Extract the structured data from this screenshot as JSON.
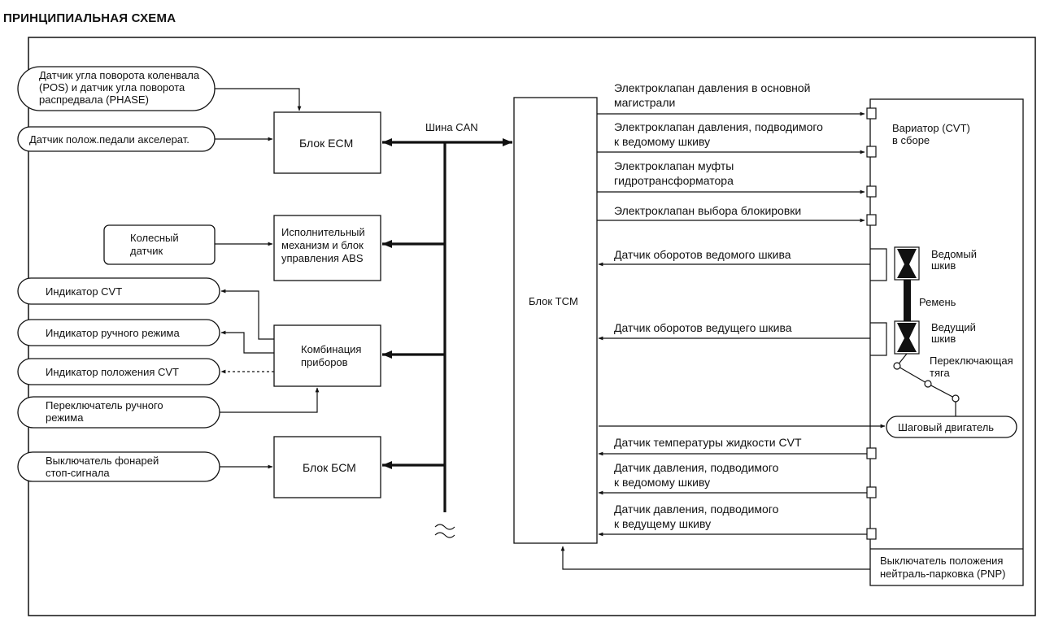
{
  "title": "ПРИНЦИПИАЛЬНАЯ СХЕМА",
  "sensors_left": {
    "crank_sensor": [
      "Датчик угла поворота коленвала",
      "(POS) и датчик угла поворота",
      "распредвала (PHASE)"
    ],
    "pedal_sensor": "Датчик полож.педали акселерат.",
    "wheel_sensor": [
      "Колесный",
      "датчик"
    ],
    "cvt_indicator": "Индикатор CVT",
    "manual_indicator": "Индикатор ручного режима",
    "position_indicator": "Индикатор положения CVT",
    "manual_switch": [
      "Переключатель ручного",
      "режима"
    ],
    "brake_switch": [
      "Выключатель фонарей",
      "стоп-сигнала"
    ]
  },
  "units": {
    "ecm": "Блок ECM",
    "abs": [
      "Исполнительный",
      "механизм и блок",
      "управления ABS"
    ],
    "meter": [
      "Комбинация",
      "приборов"
    ],
    "bcm": "Блок БСМ",
    "tcm": "Блок TCM"
  },
  "bus_label": "Шина CAN",
  "signals": {
    "line_pressure": [
      "Электроклапан давления в основной",
      "магистрали"
    ],
    "secondary_pressure_sol": [
      "Электроклапан давления, подводимого",
      "к ведомому шкиву"
    ],
    "tc_clutch": [
      "Электроклапан муфты",
      "гидротрансформатора"
    ],
    "lockup_select": "Электроклапан выбора блокировки",
    "secondary_speed": "Датчик оборотов ведомого шкива",
    "primary_speed": "Датчик оборотов ведущего шкива",
    "fluid_temp": "Датчик температуры жидкости CVT",
    "secondary_pressure_sensor": [
      "Датчик давления, подводимого",
      "к ведомому шкиву"
    ],
    "primary_pressure_sensor": [
      "Датчик давления, подводимого",
      "к ведущему шкиву"
    ]
  },
  "cvt_assembly": {
    "label": [
      "Вариатор (CVT)",
      "в сборе"
    ],
    "secondary_pulley": [
      "Ведомый",
      "шкив"
    ],
    "belt": "Ремень",
    "primary_pulley": [
      "Ведущий",
      "шкив"
    ],
    "shift_link": [
      "Переключающая",
      "тяга"
    ],
    "stepper": "Шаговый двигатель",
    "pnp": [
      "Выключатель положения",
      "нейтраль-парковка (PNP)"
    ]
  }
}
